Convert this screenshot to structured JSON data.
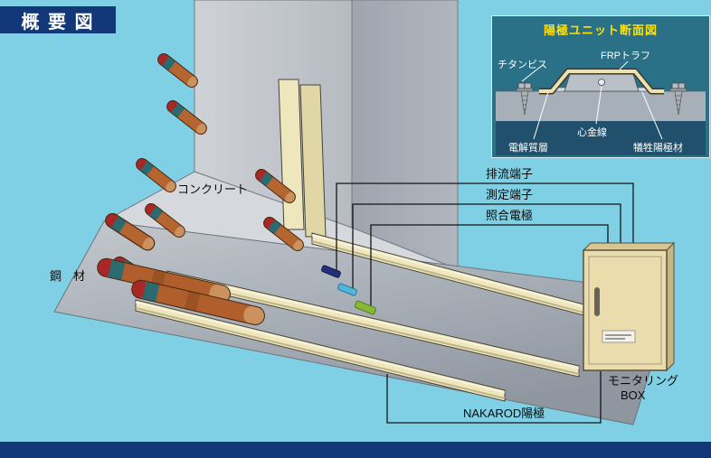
{
  "header": {
    "title": "概 要 図"
  },
  "diagram": {
    "labels": {
      "concrete": "コンクリート",
      "steel": "鋼　材",
      "drain_terminal": "排流端子",
      "measurement_terminal": "測定端子",
      "reference_electrode": "照合電極",
      "monitoring_box_line1": "モニタリング",
      "monitoring_box_line2": "BOX",
      "anode": "NAKAROD陽極"
    }
  },
  "inset": {
    "title": "陽極ユニット断面図",
    "labels": {
      "frp_trough": "FRPトラフ",
      "titanium_screw": "チタンビス",
      "core_wire": "心金線",
      "electrolyte_layer": "電解質層",
      "sacrificial_anode": "犠牲陽極材"
    }
  },
  "colors": {
    "background": "#7fd0e5",
    "banner": "#12387a",
    "inset_background": "#2a7086",
    "inset_title_text": "#ffe100",
    "trough_cream": "#ece2b0",
    "concrete_light": "#c6cad0",
    "concrete_shadow": "#a2a8b1",
    "monitoring_box_beige": "#ebdcae",
    "drain_electrode": "#25307d",
    "measurement_electrode": "#4fb6dc",
    "reference_electrode_color": "#86b833",
    "rod_body": "#b5652f",
    "rod_band": "#2b6b70",
    "rod_tip": "#a82828"
  }
}
